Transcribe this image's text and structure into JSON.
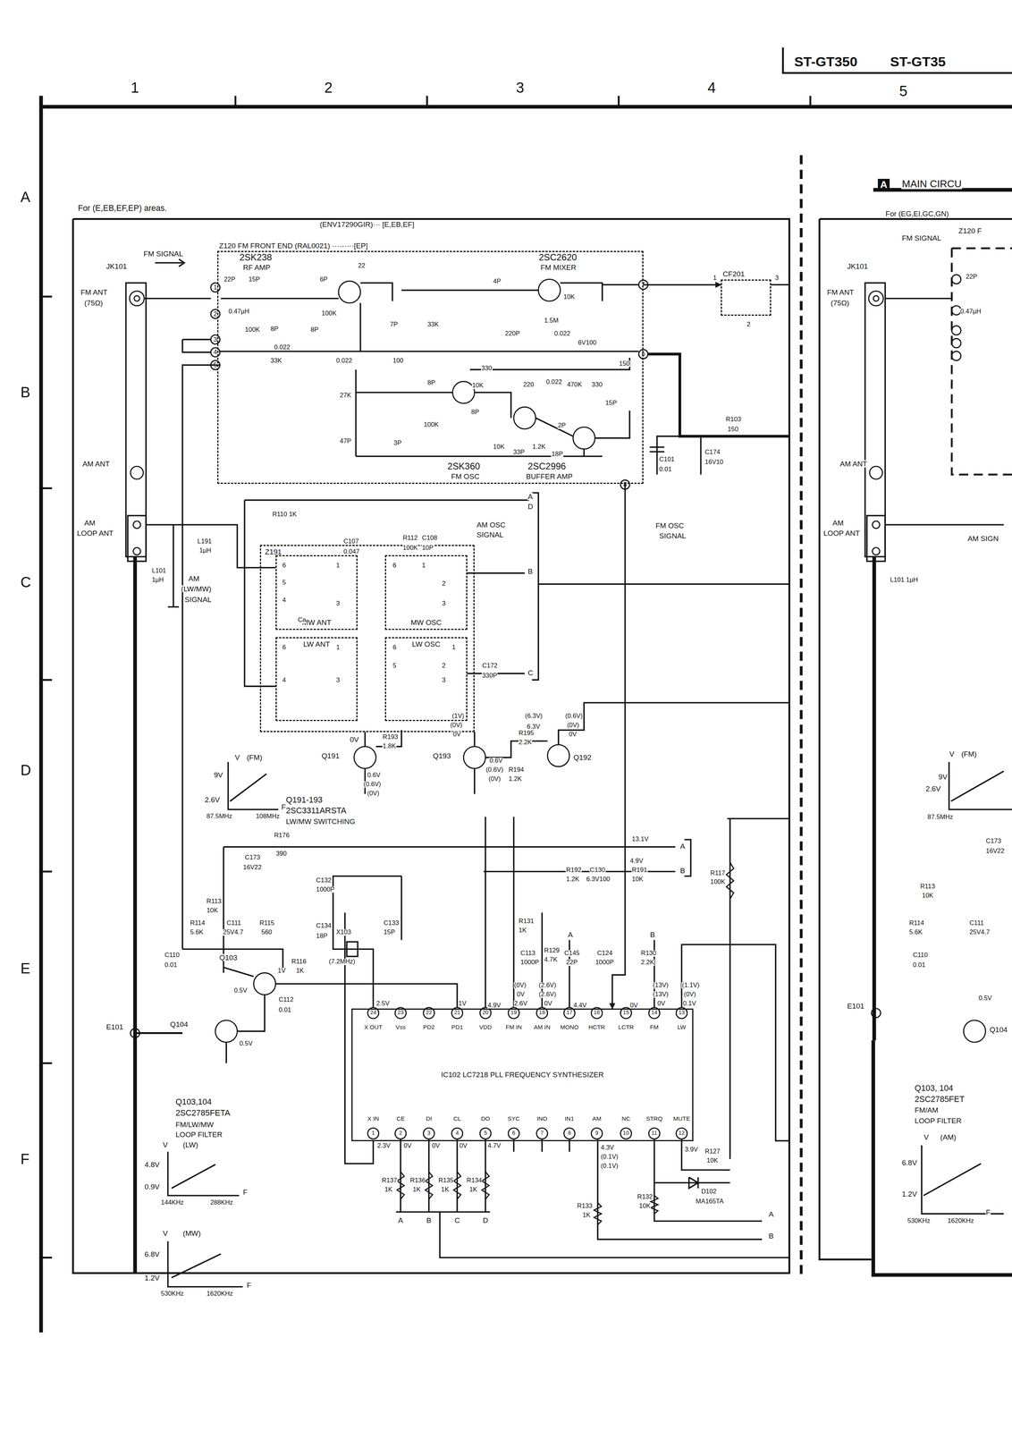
{
  "diagram": {
    "nodes": [
      {
        "text": [
          "Z120 FM FRONT END (RAL0021) ·········[EP]"
        ]
      },
      {
        "text": [
          "CF201"
        ]
      },
      {
        "text": [
          "Z191"
        ]
      },
      {
        "text": [
          "MW ANT"
        ],
        "in": 2
      },
      {
        "text": [
          "MW OSC"
        ],
        "in": 2
      },
      {
        "text": [
          "LW ANT"
        ],
        "in": 2
      },
      {
        "text": [
          "LW OSC"
        ],
        "in": 2
      },
      {
        "text": [
          "IC102 LC7218 PLL FREQUENCY SYNTHESIZER"
        ]
      }
    ],
    "edges": [
      {
        "from": 0,
        "to": 1,
        "arrow": "to"
      },
      {
        "from": 0,
        "to": 7,
        "arrow": "to"
      }
    ],
    "labels": [
      "ST-GT350",
      "ST-GT35",
      "1",
      "2",
      "3",
      "4",
      "5",
      "A",
      "B",
      "C",
      "D",
      "E",
      "F",
      "For (E,EB,EF,EP) areas.",
      "(ENV17290GIR)··· [E,EB,EF]",
      "FM SIGNAL",
      "JK101",
      "FM ANT",
      "(75Ω)",
      "2SK238",
      "RF AMP",
      "2SC2620",
      "FM MIXER",
      "2SK360",
      "FM OSC",
      "2SC2996",
      "BUFFER AMP",
      "22P",
      "15P",
      "0.47µH",
      "100K",
      "8P",
      "6P",
      "22",
      "7P",
      "33K",
      "4P",
      "220P",
      "1.5M",
      "10K",
      "0.022",
      "6V100",
      "100K",
      "8P",
      "0.022",
      "33K",
      "0.022",
      "100",
      "1",
      "2",
      "3",
      "4",
      "5",
      "6",
      "7",
      "8",
      "330",
      "8P",
      "10K",
      "220",
      "0.022",
      "470K",
      "330",
      "150",
      "15P",
      "27K",
      "47P",
      "3P",
      "8P",
      "100K",
      "10K",
      "33P",
      "1.2K",
      "2P",
      "18P",
      "1",
      "3",
      "2",
      "R103",
      "150",
      "C101",
      "0.01",
      "C174",
      "16V10",
      "AM ANT",
      "AM",
      "LOOP ANT",
      "L101",
      "1µH",
      "AM",
      "(LW/MW)",
      "SIGNAL",
      "L191",
      "1µH",
      "R110 1K",
      "C107",
      "0.047",
      "R112",
      "100K",
      "C108",
      "10P",
      "AM OSC",
      "SIGNAL",
      "A",
      "D",
      "B",
      "C",
      "Ca",
      "6",
      "5",
      "4",
      "1",
      "3",
      "6",
      "1",
      "2",
      "3",
      "6",
      "1",
      "4",
      "3",
      "6",
      "1",
      "5",
      "2",
      "3",
      "FM OSC",
      "SIGNAL",
      "C172",
      "330P",
      "0V",
      "Q191",
      "R193",
      "1.8K",
      "(1V)",
      "(0V)",
      "0V",
      "Q193",
      "(6.3V)",
      "6.3V",
      "(0.6V)",
      "(0V)",
      "0V",
      "Q192",
      "R195",
      "2.2K",
      "R194",
      "1.2K",
      "0.6V",
      "(0.6V)",
      "(0V)",
      "0.6V",
      "(0.6V)",
      "(0V)",
      "Q191-193",
      "2SC3311ARSTA",
      "LW/MW SWITCHING",
      "V",
      "(FM)",
      "9V",
      "2.6V",
      "87.5MHz",
      "108MHz",
      "F",
      "13.1V",
      "4.9V",
      "A",
      "B",
      "R176",
      "390",
      "C173",
      "16V22",
      "R113",
      "10K",
      "R114",
      "5.6K",
      "C111",
      "25V4.7",
      "R115",
      "560",
      "C110",
      "0.01",
      "Q103",
      "0.5V",
      "1V",
      "R116",
      "1K",
      "C112",
      "0.01",
      "Q104",
      "0.5V",
      "E101",
      "C132",
      "1000P",
      "C134",
      "18P",
      "X103",
      "(7.2MHz)",
      "C133",
      "15P",
      "R131",
      "1K",
      "C113",
      "1000P",
      "R129",
      "4.7K",
      "A",
      "C145",
      "22P",
      "C124",
      "1000P",
      "R130",
      "2.2K",
      "B",
      "R192",
      "1.2K",
      "C130",
      "6.3V100",
      "R191",
      "10K",
      "R117",
      "100K",
      "2.5V",
      "1V",
      "4.9V",
      "(0V)",
      "0V",
      "2.6V",
      "(2.6V)",
      "(2.6V)",
      "0V",
      "4.4V",
      "0V",
      "(13V)",
      "(13V)",
      "0V",
      "(1.1V)",
      "(0V)",
      "0.1V",
      "24",
      "23",
      "22",
      "21",
      "20",
      "19",
      "18",
      "17",
      "16",
      "15",
      "14",
      "13",
      "X OUT",
      "Vss",
      "PD2",
      "PD1",
      "VDD",
      "FM IN",
      "AM IN",
      "MONO",
      "HCTR",
      "LCTR",
      "FM",
      "LW",
      "1",
      "2",
      "3",
      "4",
      "5",
      "6",
      "7",
      "8",
      "9",
      "10",
      "11",
      "12",
      "X IN",
      "CE",
      "DI",
      "CL",
      "DO",
      "SYC",
      "INO",
      "IN1",
      "AM",
      "NC",
      "STRQ",
      "MUTE",
      "2.3V",
      "0V",
      "0V",
      "0V",
      "4.7V",
      "4.3V",
      "(0.1V)",
      "(0.1V)",
      "3.9V",
      "R127",
      "10K",
      "D102",
      "MA165TA",
      "R133",
      "1K",
      "R132",
      "10K",
      "R137",
      "1K",
      "R136",
      "1K",
      "R135",
      "1K",
      "R134",
      "1K",
      "A",
      "B",
      "C",
      "D",
      "A",
      "B",
      "Q103,104",
      "2SC2785FETA",
      "FM/LW/MW",
      "LOOP FILTER",
      "V",
      "(LW)",
      "4.8V",
      "0.9V",
      "144KHz",
      "288KHz",
      "F",
      "V",
      "(MW)",
      "6.8V",
      "1.2V",
      "530KHz",
      "1620KHz",
      "F",
      "A",
      "MAIN CIRCU",
      "For (EG,EI,GC,GN)",
      "Z120 F",
      "FM SIGNAL",
      "JK101",
      "FM ANT",
      "(75Ω)",
      "22P",
      "0.47µH",
      "AM ANT",
      "AM",
      "LOOP ANT",
      "AM SIGN",
      "L101 1µH",
      "V",
      "(FM)",
      "9V",
      "2.6V",
      "87.5MHz",
      "R113",
      "10K",
      "R114",
      "5.6K",
      "C111",
      "25V4.7",
      "C110",
      "0.01",
      "E101",
      "Q104",
      "0.5V",
      "C173",
      "16V22",
      "Q103, 104",
      "2SC2785FET",
      "FM/AM",
      "LOOP FILTER",
      "V",
      "(AM)",
      "6.8V",
      "1.2V",
      "530KHz",
      "1620KHz",
      "F"
    ]
  }
}
